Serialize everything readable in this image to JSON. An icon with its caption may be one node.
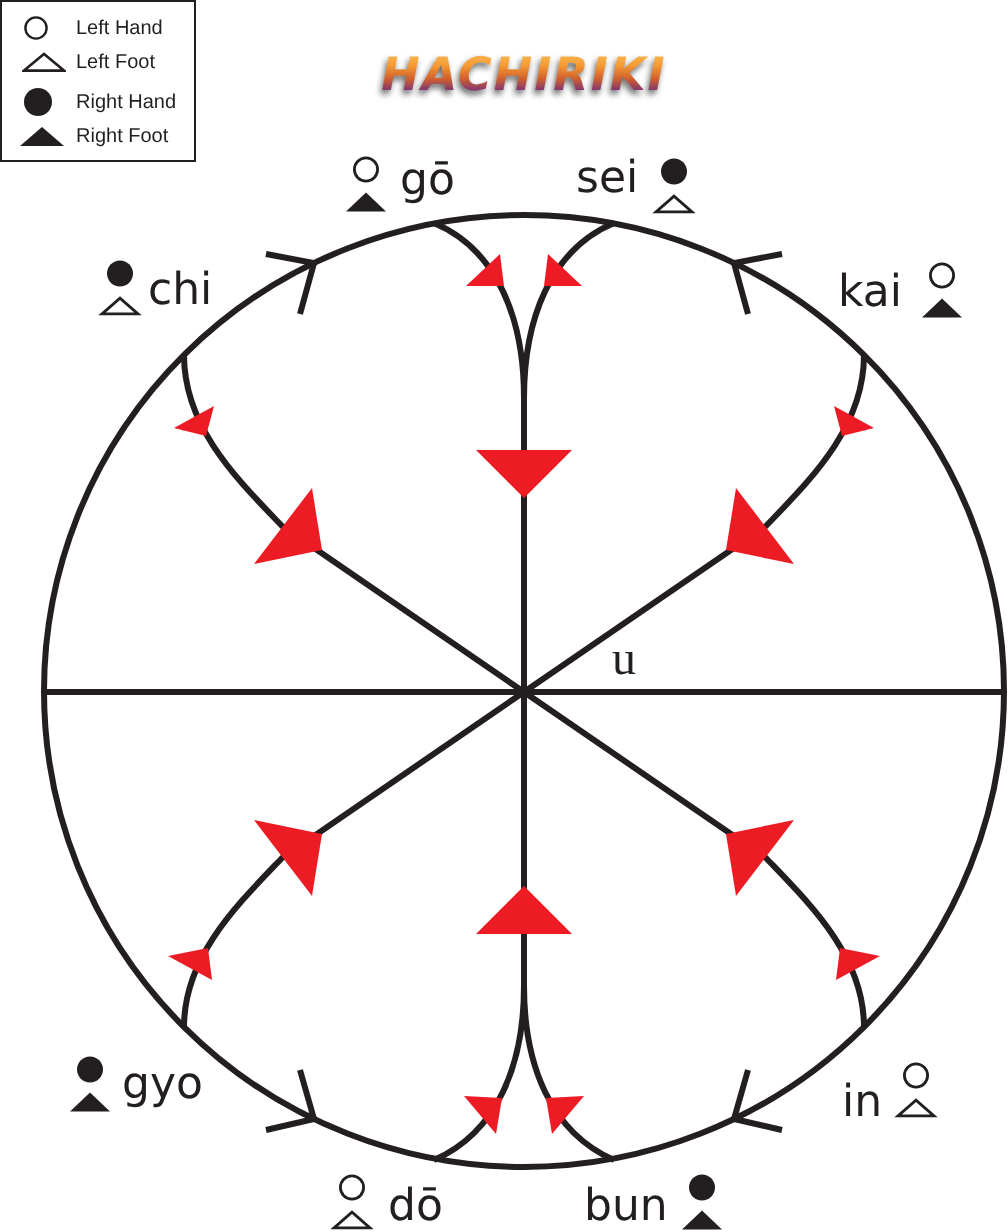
{
  "diagram": {
    "title": "HACHIRIKI",
    "labels": [
      "gō",
      "sei",
      "chi",
      "kai",
      "u",
      "gyo",
      "in",
      "dō",
      "bun"
    ],
    "legend": [
      {
        "text": "Left Hand"
      },
      {
        "text": "Left Foot"
      },
      {
        "text": "Right Hand"
      },
      {
        "text": "Right Foot"
      }
    ]
  }
}
